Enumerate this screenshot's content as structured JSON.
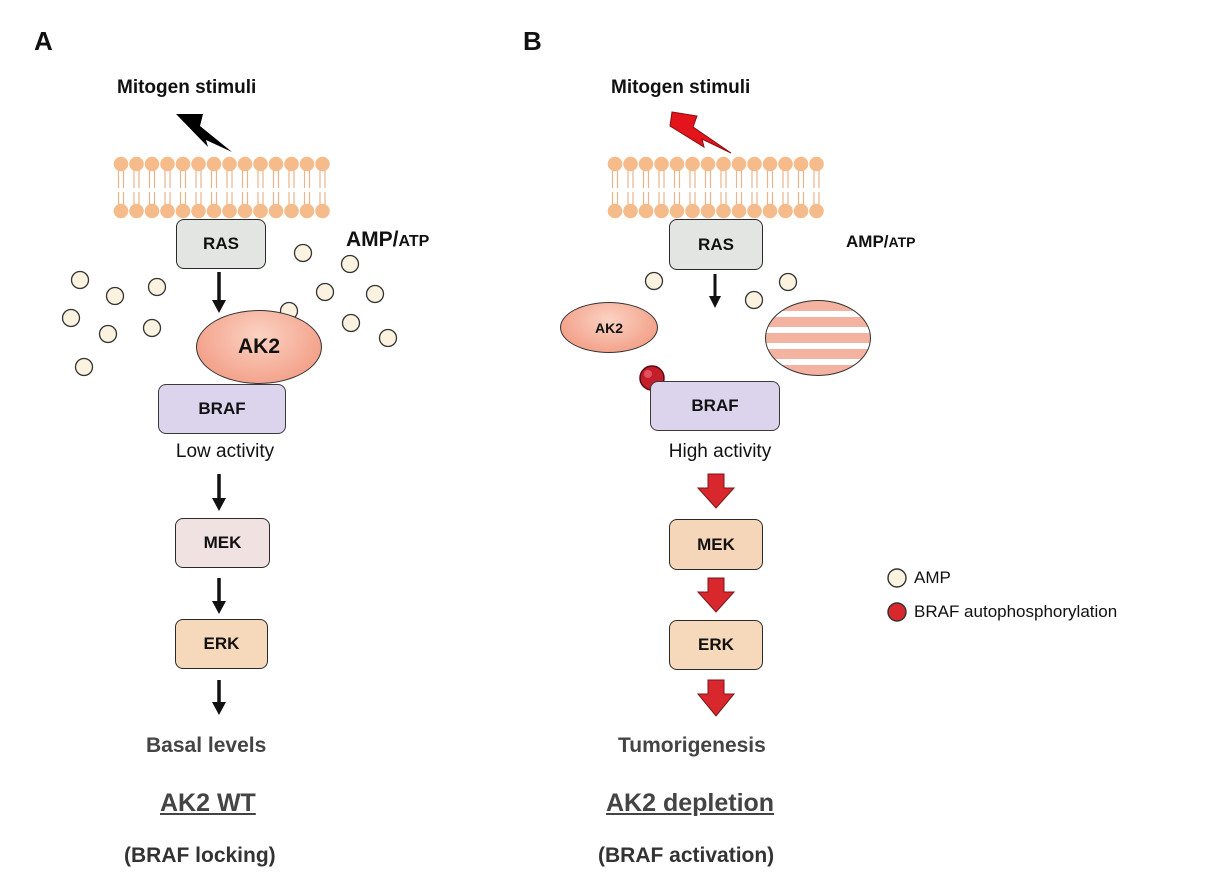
{
  "panels": {
    "a": {
      "letter": "A",
      "stimulus": "Mitogen stimuli",
      "ras": "RAS",
      "amp_atp_main": "AMP/",
      "amp_atp_small": "ATP",
      "ak2": "AK2",
      "braf": "BRAF",
      "activity": "Low activity",
      "mek": "MEK",
      "erk": "ERK",
      "outcome": "Basal levels",
      "condition": "AK2 WT",
      "subtitle": "(BRAF locking)"
    },
    "b": {
      "letter": "B",
      "stimulus": "Mitogen stimuli",
      "ras": "RAS",
      "amp_atp_main": "AMP/",
      "amp_atp_small": "ATP",
      "ak2": "AK2",
      "braf": "BRAF",
      "activity": "High activity",
      "mek": "MEK",
      "erk": "ERK",
      "outcome": "Tumorigenesis",
      "condition": "AK2 depletion",
      "subtitle": "(BRAF activation)"
    }
  },
  "legend": {
    "amp": "AMP",
    "braf_autophos": "BRAF autophosphorylation"
  },
  "colors": {
    "membrane_head": "#f6bb8b",
    "amp_fill": "#fbf3e0",
    "red_accent": "#d9272e",
    "bolt_a": "#000000",
    "bolt_b": "#e3141b"
  }
}
